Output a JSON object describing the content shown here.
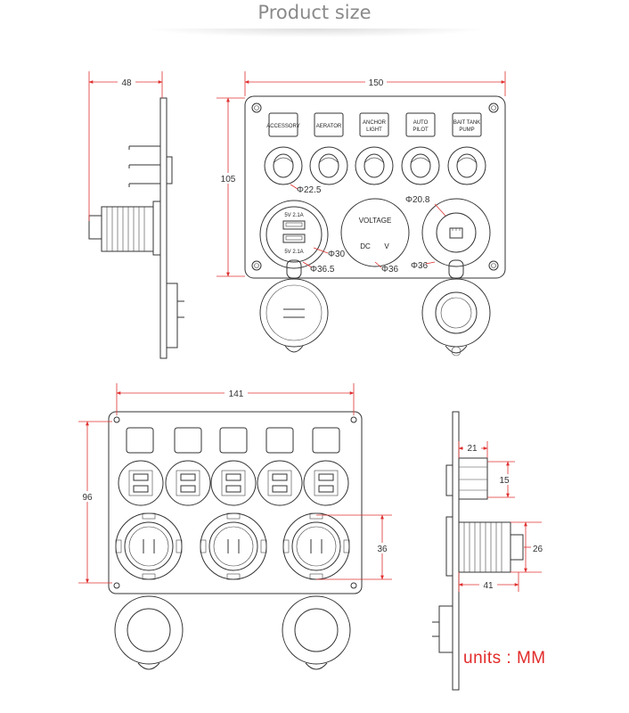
{
  "title": "Product size",
  "units": "units :  MM",
  "colors": {
    "dimension": "#e03030",
    "outline": "#333333",
    "title": "#8a8a8a",
    "units": "#e22a2a"
  },
  "top_view": {
    "dims": {
      "width": "150",
      "height": "105"
    },
    "switch_labels": [
      [
        "ACCESSORY"
      ],
      [
        "AERATOR"
      ],
      [
        "ANCHOR",
        "LIGHT"
      ],
      [
        "AUTO",
        "PILOT"
      ],
      [
        "BAIT TANK",
        "PUMP"
      ]
    ],
    "callouts": {
      "switch_hole": "Φ22.5",
      "usb_inner": "Φ30",
      "usb_outer": "Φ36.5",
      "voltmeter": "Φ36",
      "socket_inner": "Φ20.8",
      "socket_outer": "Φ36"
    },
    "usb_labels": {
      "top": "5V   2.1A",
      "bottom": "5V   2.1A"
    },
    "voltmeter_labels": {
      "top": "VOLTAGE",
      "left": "DC",
      "right": "V"
    }
  },
  "side_view_top": {
    "depth": "48"
  },
  "back_view": {
    "width": "141",
    "height": "96",
    "socket_dia": "36"
  },
  "side_view_bottom": {
    "switch_depth": "21",
    "switch_height": "15",
    "socket_depth": "41",
    "socket_dia": "26"
  }
}
